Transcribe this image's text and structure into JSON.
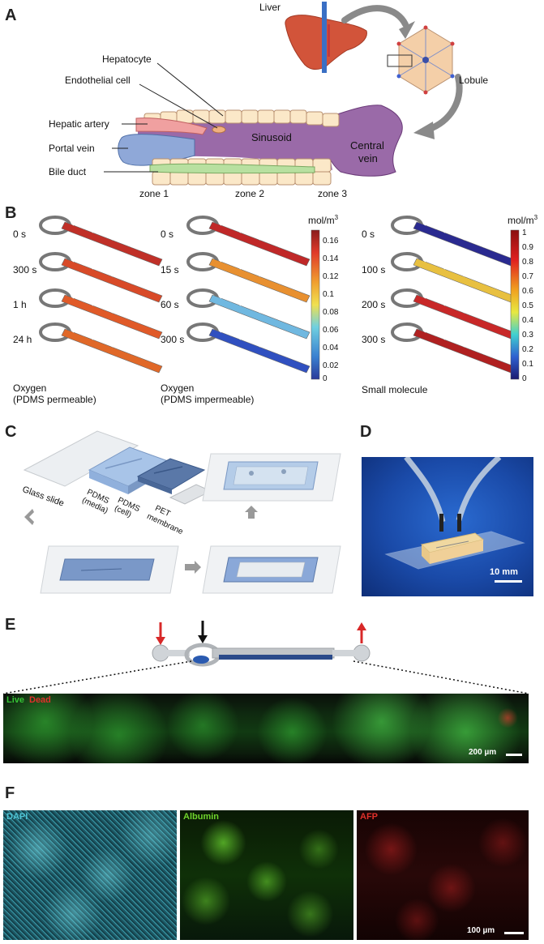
{
  "panels": {
    "A": {
      "letter": "A",
      "labels": {
        "liver": "Liver",
        "lobule": "Lobule",
        "hepatocyte": "Hepatocyte",
        "endothelial": "Endothelial cell",
        "hepatic_artery": "Hepatic artery",
        "portal_vein": "Portal vein",
        "bile_duct": "Bile duct",
        "sinusoid": "Sinusoid",
        "central_vein_1": "Central",
        "central_vein_2": "vein",
        "zone1": "zone 1",
        "zone2": "zone 2",
        "zone3": "zone 3"
      }
    },
    "B": {
      "letter": "B",
      "col1": {
        "times": [
          "0 s",
          "300 s",
          "1 h",
          "24 h"
        ],
        "caption1": "Oxygen",
        "caption2": "(PDMS permeable)"
      },
      "col2": {
        "times": [
          "0 s",
          "15 s",
          "60 s",
          "300 s"
        ],
        "caption1": "Oxygen",
        "caption2": "(PDMS impermeable)"
      },
      "col3": {
        "times": [
          "0 s",
          "100 s",
          "200 s",
          "300 s"
        ],
        "caption1": "Small molecule"
      },
      "unit": "mol/m",
      "unit_sup": "3",
      "scale1": [
        "0.16",
        "0.14",
        "0.12",
        "0.1",
        "0.08",
        "0.06",
        "0.04",
        "0.02",
        "0"
      ],
      "scale2": [
        "1",
        "0.9",
        "0.8",
        "0.7",
        "0.6",
        "0.5",
        "0.4",
        "0.3",
        "0.2",
        "0.1",
        "0"
      ]
    },
    "C": {
      "letter": "C",
      "labels": {
        "glass": "Glass slide",
        "pdms_media_1": "PDMS",
        "pdms_media_2": "(media)",
        "pdms_cell_1": "PDMS",
        "pdms_cell_2": "(cell)",
        "pet_1": "PET",
        "pet_2": "membrane"
      }
    },
    "D": {
      "letter": "D",
      "scale": "10 mm"
    },
    "E": {
      "letter": "E",
      "live": "Live",
      "dead": "Dead",
      "scale": "200 µm"
    },
    "F": {
      "letter": "F",
      "dapi": "DAPI",
      "albumin": "Albumin",
      "afp": "AFP",
      "scale": "100 µm"
    }
  },
  "colors": {
    "live": "#35c435",
    "dead": "#e0302a",
    "dapi": "#4fc4d4",
    "albumin": "#6fd42c",
    "afp": "#e0302a",
    "sinusoid": "#9a6aa8",
    "portal": "#8fa8d8",
    "artery": "#f0a0a0",
    "bile": "#b8e0a0",
    "hepatocyte": "#fbe8c8"
  }
}
